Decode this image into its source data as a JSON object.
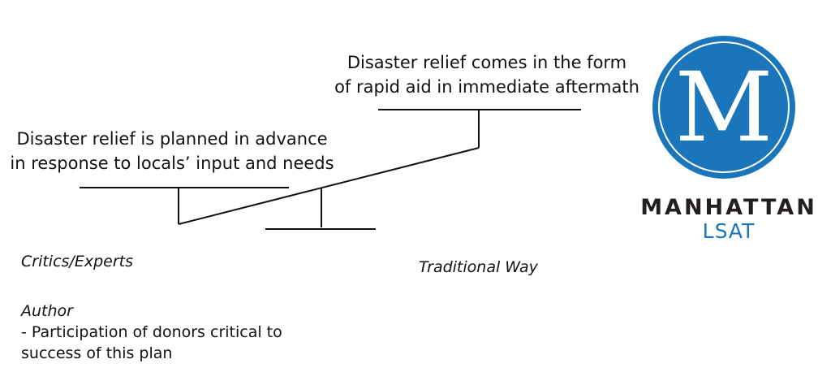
{
  "diagram": {
    "nodes": {
      "right": {
        "line1": "Disaster relief comes in the form",
        "line2": "of rapid aid in immediate aftermath"
      },
      "left": {
        "line1": "Disaster relief is planned in advance",
        "line2": "in response to locals’ input and needs"
      }
    },
    "viewpoints": {
      "critics": "Critics/Experts",
      "traditional": "Traditional Way",
      "author": {
        "title": "Author",
        "point_line1": "- Participation of donors critical to",
        "point_line2": "success of this plan"
      }
    }
  },
  "logo": {
    "mark": "M",
    "name": "MANHATTAN",
    "sub": "LSAT",
    "colors": {
      "primary": "#1b75bb",
      "text": "#231f20"
    }
  }
}
